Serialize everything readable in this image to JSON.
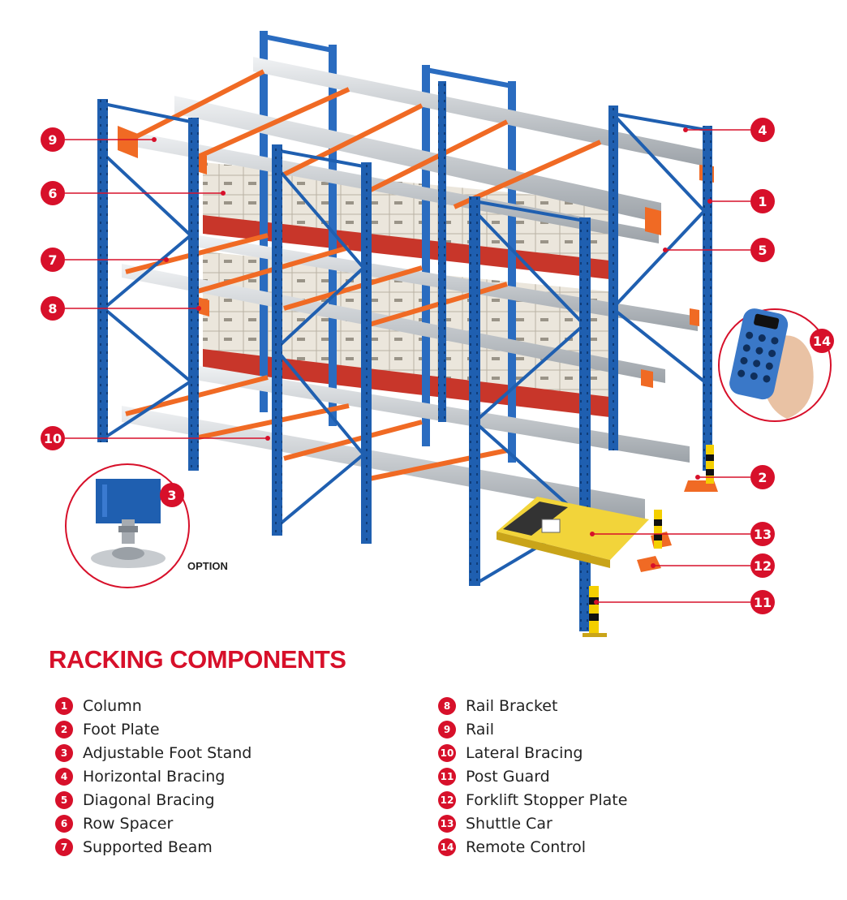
{
  "title": "RACKING COMPONENTS",
  "option_label": "OPTION",
  "colors": {
    "accent_red": "#d7102a",
    "upright_blue": "#1f5fb0",
    "bracing_orange": "#f06a24",
    "rail_silver": "#c9ccd0",
    "box_cream": "#e8e2d6",
    "pallet_red": "#c8362a",
    "shuttle_yellow": "#f2d43a",
    "guard_yellow": "#f4cf00"
  },
  "legend": [
    {
      "num": "1",
      "label": "Column"
    },
    {
      "num": "2",
      "label": "Foot Plate"
    },
    {
      "num": "3",
      "label": "Adjustable Foot Stand"
    },
    {
      "num": "4",
      "label": "Horizontal Bracing"
    },
    {
      "num": "5",
      "label": "Diagonal Bracing"
    },
    {
      "num": "6",
      "label": "Row Spacer"
    },
    {
      "num": "7",
      "label": "Supported Beam"
    },
    {
      "num": "8",
      "label": "Rail Bracket"
    },
    {
      "num": "9",
      "label": "Rail"
    },
    {
      "num": "10",
      "label": "Lateral Bracing"
    },
    {
      "num": "11",
      "label": "Post Guard"
    },
    {
      "num": "12",
      "label": "Forklift Stopper Plate"
    },
    {
      "num": "13",
      "label": "Shuttle Car"
    },
    {
      "num": "14",
      "label": "Remote Control"
    }
  ],
  "diagram_markers": [
    "9",
    "6",
    "7",
    "8",
    "10",
    "3",
    "4",
    "1",
    "5",
    "14",
    "2",
    "13",
    "12",
    "11"
  ]
}
